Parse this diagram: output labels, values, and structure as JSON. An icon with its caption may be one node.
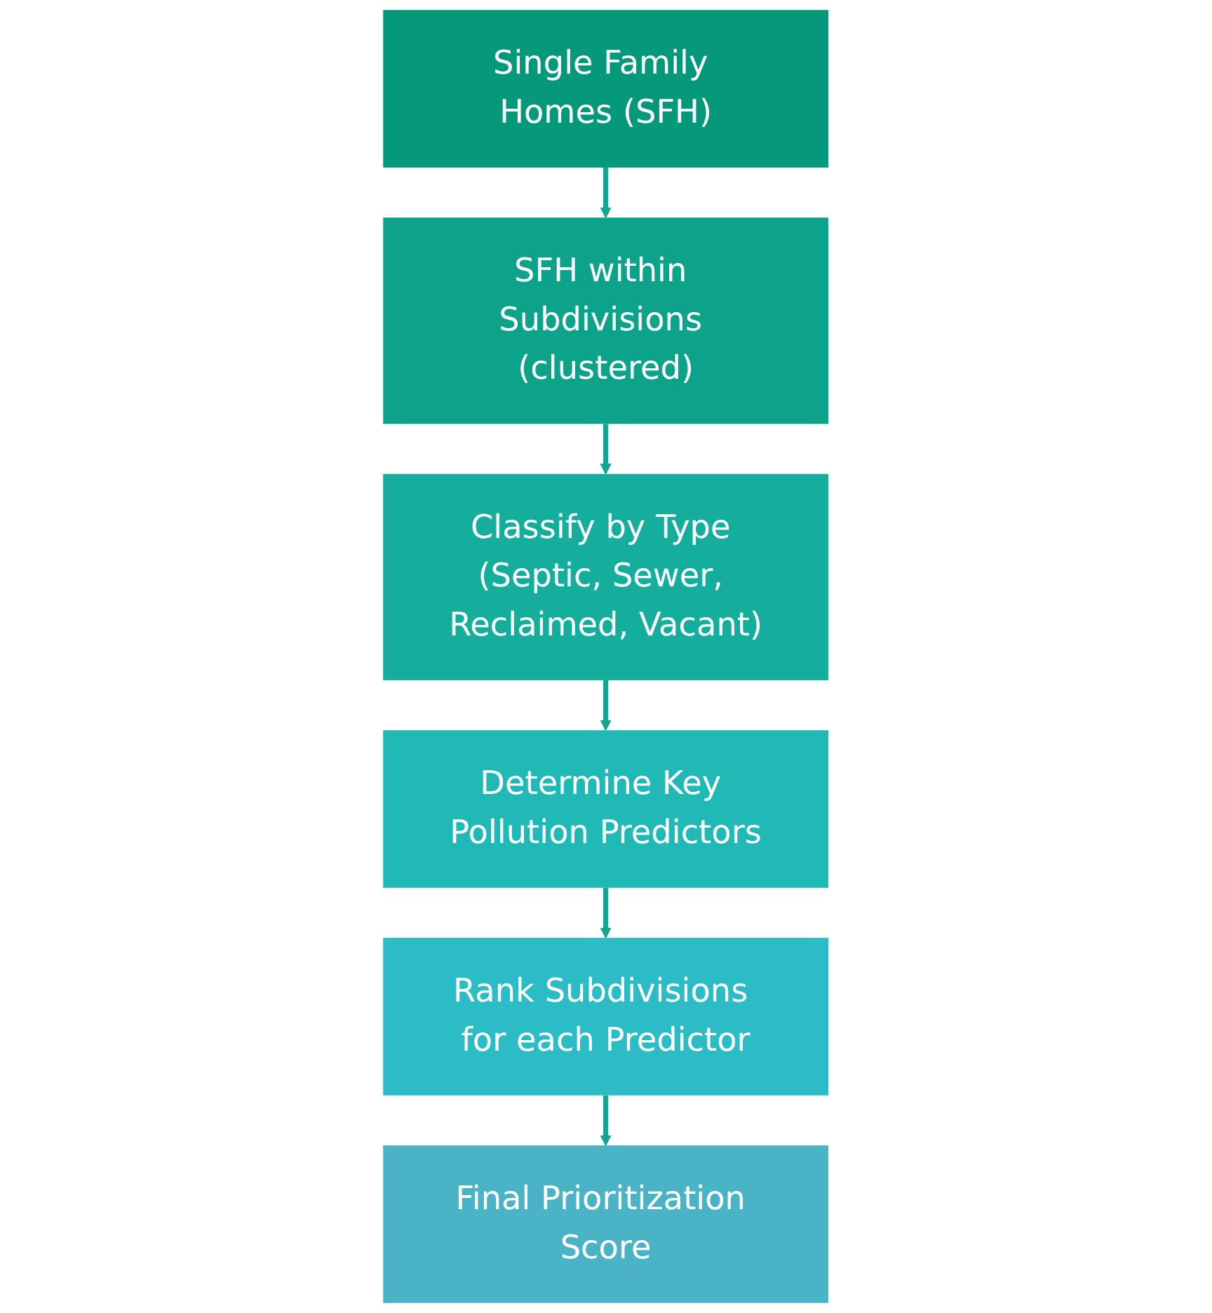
{
  "diagram": {
    "nodes": [
      {
        "text": [
          "Single Family Homes (SFH)"
        ]
      },
      {
        "text": [
          "SFH within Subdivisions (clustered)"
        ]
      },
      {
        "text": [
          "Classify by Type (Septic, Sewer, Reclaimed, Vacant)"
        ]
      },
      {
        "text": [
          "Determine Key Pollution Predictors"
        ]
      },
      {
        "text": [
          "Rank Subdivisions for each Predictor"
        ]
      },
      {
        "text": [
          "Final Prioritization Score"
        ]
      }
    ],
    "edges": [
      {
        "from": 0,
        "to": 1,
        "arrow": "to"
      },
      {
        "from": 1,
        "to": 2,
        "arrow": "to"
      },
      {
        "from": 2,
        "to": 3,
        "arrow": "to"
      },
      {
        "from": 3,
        "to": 4,
        "arrow": "to"
      },
      {
        "from": 4,
        "to": 5,
        "arrow": "to"
      }
    ]
  }
}
